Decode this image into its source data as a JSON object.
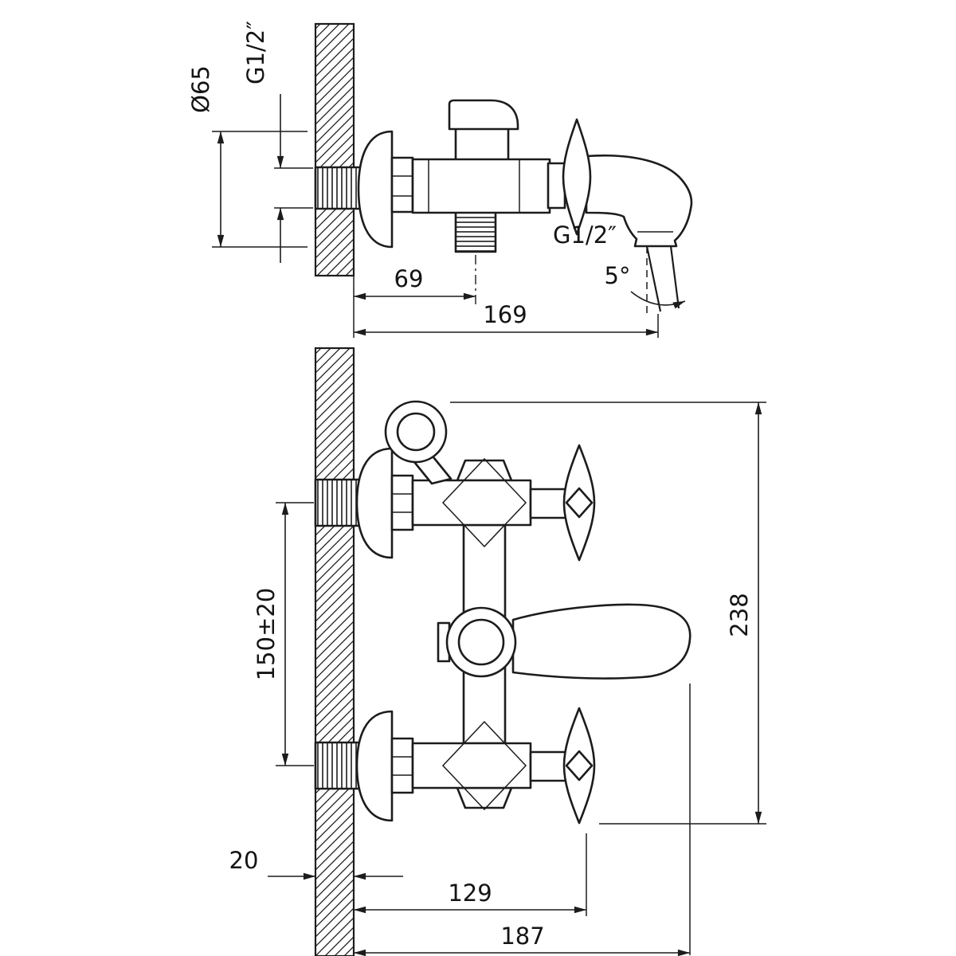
{
  "palette": {
    "background": "#ffffff",
    "ink": "#1c1c1c"
  },
  "side_view": {
    "escutcheon_diameter": "Ø65",
    "inlet_thread": "G1/2″",
    "outlet_offset": "69",
    "spout_reach": "169",
    "shower_outlet_thread": "G1/2″",
    "stream_angle": "5°"
  },
  "front_view": {
    "inlet_spacing": "150±20",
    "overall_height": "238",
    "wall_projection": "20",
    "handle_distance": "129",
    "overall_reach": "187"
  }
}
